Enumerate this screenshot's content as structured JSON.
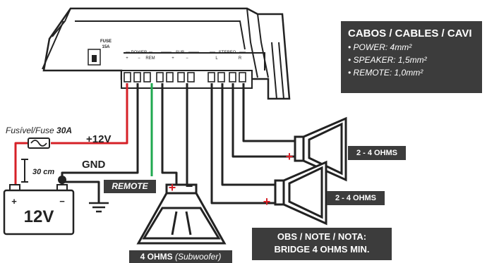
{
  "amp": {
    "fuse_label": "FUSE",
    "fuse_rating": "15A",
    "power_label": "POWER",
    "power_plus": "+",
    "power_minus": "−",
    "power_rem": "REM",
    "sub_label": "SUB",
    "sub_plus": "+",
    "sub_minus": "−",
    "stereo_label": "STEREO",
    "stereo_l": "L",
    "stereo_r": "R"
  },
  "cables": {
    "title": "CABOS / CABLES / CAVI",
    "items": [
      "POWER: 4mm²",
      "SPEAKER: 1,5mm²",
      "REMOTE: 1,0mm²"
    ]
  },
  "labels": {
    "fuse_prefix": "Fusível/Fuse ",
    "fuse_amp": "30A",
    "plus12": "+12V",
    "gnd": "GND",
    "distance": "30 cm",
    "remote": "REMOTE",
    "battery": "12V",
    "battery_plus": "+",
    "battery_minus": "−",
    "sub_ohms": "4 OHMS",
    "sub_desc": "(Subwoofer)",
    "spk1_ohms": "2 - 4 OHMS",
    "spk2_ohms": "2 - 4 OHMS",
    "note_line1": "OBS / NOTE / NOTA:",
    "note_line2": "BRIDGE 4 OHMS MIN."
  },
  "colors": {
    "positive": "#d62027",
    "negative": "#222222",
    "remote": "#1fa84f",
    "box": "#3c3c3c"
  }
}
